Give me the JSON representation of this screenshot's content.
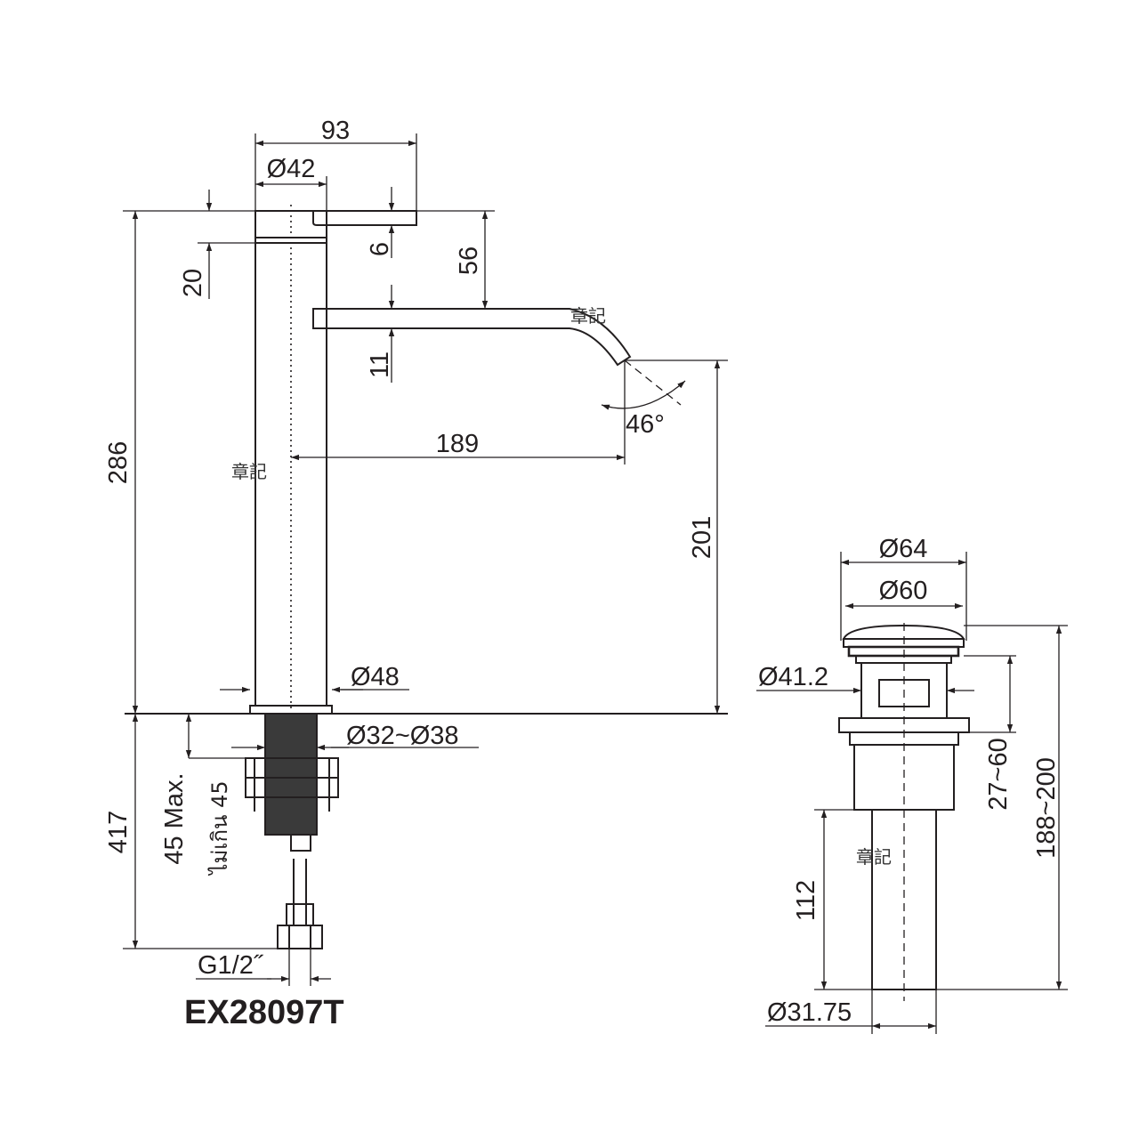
{
  "model": "EX28097T",
  "watermark": "章記",
  "faucet": {
    "width_total": "93",
    "body_diameter": "Ø42",
    "handle_height": "20",
    "handle_thickness": "6",
    "spout_drop": "56",
    "spout_thickness": "11",
    "spout_reach": "189",
    "spout_angle": "46°",
    "spout_height": "201",
    "total_height": "286",
    "base_diameter": "Ø48",
    "hole_diameter": "Ø32~Ø38",
    "hose_length": "417",
    "max_deck": "45 Max.",
    "max_deck_thai": "ไม่เกิน 45",
    "thread": "G1/2˝"
  },
  "drain": {
    "cap_outer": "Ø64",
    "cap_inner": "Ø60",
    "body_diameter": "Ø41.2",
    "clamp_range": "27~60",
    "total_length": "188~200",
    "tail_length": "112",
    "tail_diameter": "Ø31.75"
  }
}
